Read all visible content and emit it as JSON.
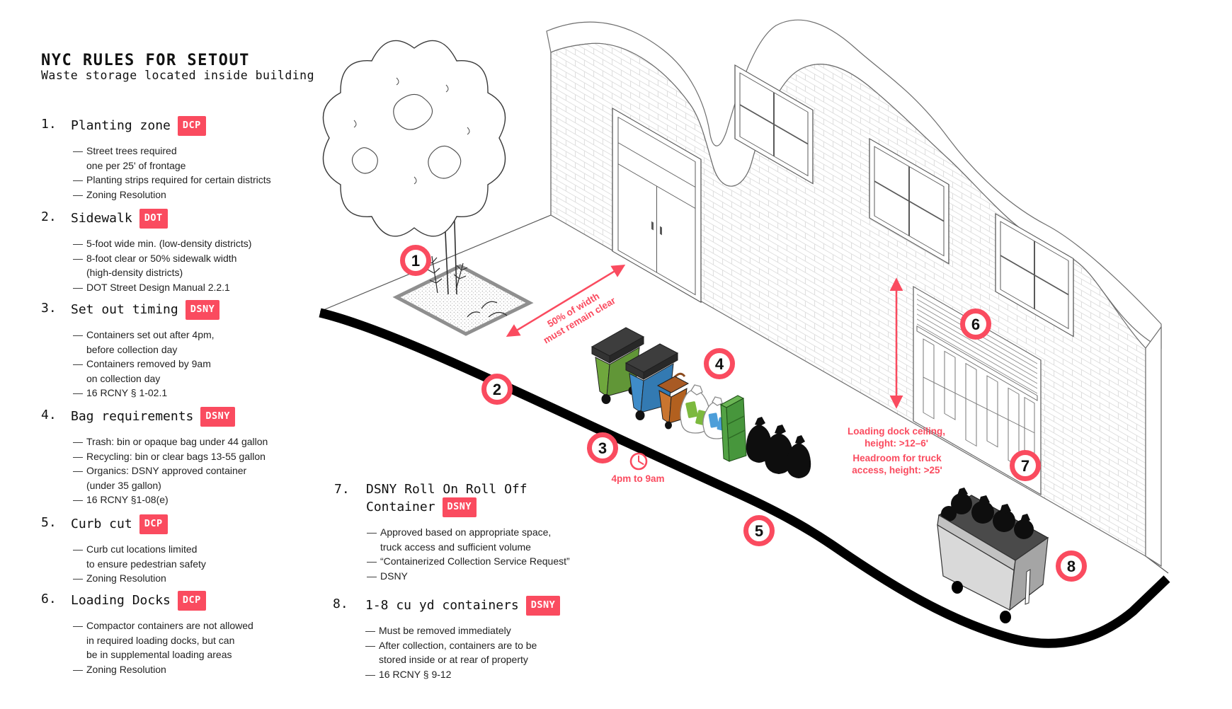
{
  "title": "NYC RULES FOR SETOUT",
  "subtitle": "Waste storage located inside building",
  "accent_color": "#fa4b5f",
  "rules_left": [
    {
      "num": "1.",
      "label": "Planting zone",
      "badge": "DCP",
      "bullets": [
        {
          "lines": [
            "Street trees required",
            "one per 25' of frontage"
          ]
        },
        {
          "lines": [
            "Planting strips required for certain districts"
          ]
        },
        {
          "lines": [
            "Zoning Resolution"
          ]
        }
      ]
    },
    {
      "num": "2.",
      "label": "Sidewalk",
      "badge": "DOT",
      "bullets": [
        {
          "lines": [
            "5-foot wide min. (low-density districts)"
          ]
        },
        {
          "lines": [
            "8-foot clear or 50% sidewalk width",
            "(high-density districts)"
          ]
        },
        {
          "lines": [
            "DOT Street Design Manual 2.2.1"
          ]
        }
      ]
    },
    {
      "num": "3.",
      "label": "Set out timing",
      "badge": "DSNY",
      "bullets": [
        {
          "lines": [
            "Containers set out after 4pm,",
            "before collection day"
          ]
        },
        {
          "lines": [
            "Containers removed by 9am",
            "on collection day"
          ]
        },
        {
          "lines": [
            "16 RCNY § 1-02.1"
          ]
        }
      ]
    },
    {
      "num": "4.",
      "label": "Bag requirements",
      "badge": "DSNY",
      "bullets": [
        {
          "lines": [
            "Trash: bin or opaque bag under 44 gallon"
          ]
        },
        {
          "lines": [
            "Recycling: bin or clear bags 13-55 gallon"
          ]
        },
        {
          "lines": [
            "Organics: DSNY approved container",
            "(under 35 gallon)"
          ]
        },
        {
          "lines": [
            "16 RCNY §1-08(e)"
          ]
        }
      ]
    },
    {
      "num": "5.",
      "label": "Curb cut",
      "badge": "DCP",
      "bullets": [
        {
          "lines": [
            "Curb cut locations limited",
            "to ensure pedestrian safety"
          ]
        },
        {
          "lines": [
            "Zoning Resolution"
          ]
        }
      ]
    },
    {
      "num": "6.",
      "label": "Loading Docks",
      "badge": "DCP",
      "bullets": [
        {
          "lines": [
            "Compactor containers are not allowed",
            "in required loading docks, but can",
            "be in supplemental loading areas"
          ]
        },
        {
          "lines": [
            "Zoning Resolution"
          ]
        }
      ]
    }
  ],
  "rules_mid": [
    {
      "num": "7.",
      "label_lines": [
        "DSNY Roll On Roll Off",
        "Container"
      ],
      "badge": "DSNY",
      "bullets": [
        {
          "lines": [
            "Approved based on appropriate space,",
            "truck access and sufficient volume"
          ]
        },
        {
          "lines": [
            "“Containerized Collection Service Request”"
          ]
        },
        {
          "lines": [
            "DSNY"
          ]
        }
      ]
    },
    {
      "num": "8.",
      "label_lines": [
        "1-8 cu yd containers"
      ],
      "badge": "DSNY",
      "bullets": [
        {
          "lines": [
            "Must be removed immediately"
          ]
        },
        {
          "lines": [
            "After collection, containers are to be",
            "stored inside or at rear of property"
          ]
        },
        {
          "lines": [
            "16 RCNY § 9-12"
          ]
        }
      ]
    }
  ],
  "diagram": {
    "markers": [
      {
        "n": "1"
      },
      {
        "n": "2"
      },
      {
        "n": "3"
      },
      {
        "n": "4"
      },
      {
        "n": "5"
      },
      {
        "n": "6"
      },
      {
        "n": "7"
      },
      {
        "n": "8"
      }
    ],
    "labels": {
      "clear_width": {
        "lines": [
          "50% of width",
          "must remain clear"
        ]
      },
      "set_out_time": "4pm to 9am",
      "dock_ceiling": {
        "lines": [
          "Loading dock ceiling,",
          "height: >12–6'"
        ]
      },
      "headroom": {
        "lines": [
          "Headroom for truck",
          "access, height: >25'"
        ]
      }
    }
  }
}
